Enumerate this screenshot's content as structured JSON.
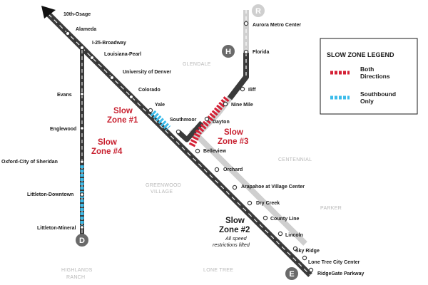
{
  "colors": {
    "main_line": "#3a3a3a",
    "branch_line_r": "#cfcfcf",
    "slow_both": "#d42035",
    "slow_southbound": "#3cbcea",
    "area_text": "#b8b8b8"
  },
  "stations": {
    "tenth_osage": "10th-Osage",
    "alameda": "Alameda",
    "i25_broadway": "I-25-Broadway",
    "louisiana_pearl": "Louisiana-Pearl",
    "university_of_denver": "University of Denver",
    "colorado": "Colorado",
    "yale": "Yale",
    "southmoor": "Southmoor",
    "belleview": "Belleview",
    "orchard": "Orchard",
    "arapahoe": "Arapahoe at Village Center",
    "dry_creek": "Dry Creek",
    "county_line": "County Line",
    "lincoln": "Lincoln",
    "sky_ridge": "Sky Ridge",
    "lone_tree_city_center": "Lone Tree City Center",
    "ridgegate_parkway": "RidgeGate Parkway",
    "evans": "Evans",
    "englewood": "Englewood",
    "oxford_sheridan": "Oxford-City of Sheridan",
    "littleton_downtown": "Littleton-Downtown",
    "littleton_mineral": "Littleton-Mineral",
    "aurora_metro_center": "Aurora Metro Center",
    "florida": "Florida",
    "iliff": "Iliff",
    "nine_mile": "Nine Mile",
    "dayton": "Dayton"
  },
  "areas": {
    "glendale": "GLENDALE",
    "greenwood_village_1": "GREENWOOD",
    "greenwood_village_2": "VILLAGE",
    "centennial": "CENTENNIAL",
    "parker": "PARKER",
    "lone_tree": "LONE TREE",
    "highlands_ranch_1": "HIGHLANDS",
    "highlands_ranch_2": "RANCH"
  },
  "line_badges": {
    "r": "R",
    "h": "H",
    "d": "D",
    "e": "E"
  },
  "slow_zones": {
    "z1_l1": "Slow",
    "z1_l2": "Zone #1",
    "z2_l1": "Slow",
    "z2_l2": "Zone #2",
    "z2_note1": "All speed",
    "z2_note2": "restrictions lifted",
    "z3_l1": "Slow",
    "z3_l2": "Zone #3",
    "z4_l1": "Slow",
    "z4_l2": "Zone #4"
  },
  "legend": {
    "title": "SLOW ZONE LEGEND",
    "both_l1": "Both",
    "both_l2": "Directions",
    "south_l1": "Southbound",
    "south_l2": "Only"
  }
}
